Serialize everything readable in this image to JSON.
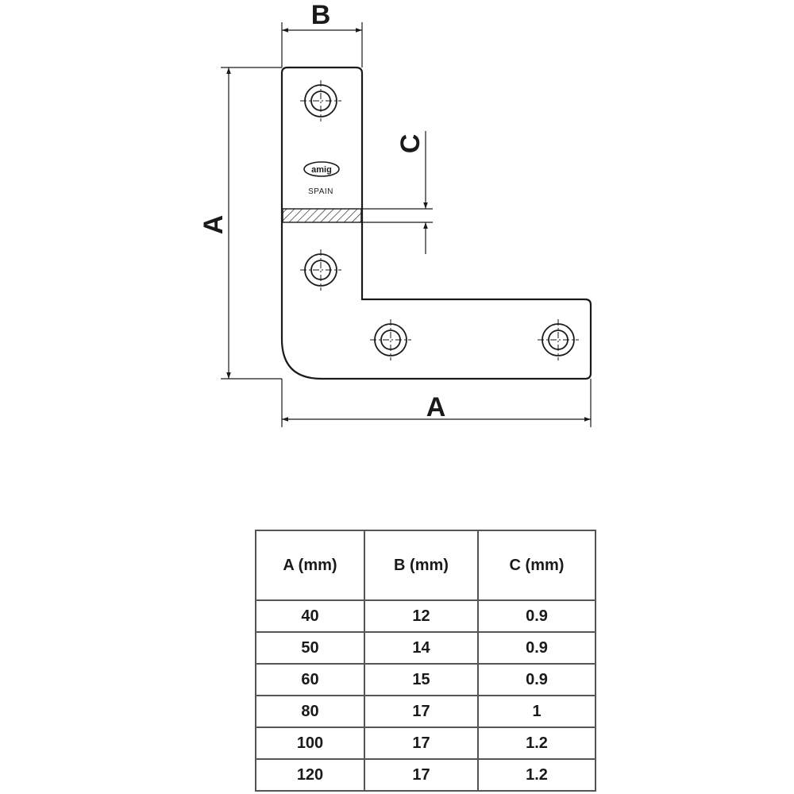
{
  "drawing": {
    "dimension_labels": {
      "b_top": "B",
      "c_right": "C",
      "a_left": "A",
      "a_bottom": "A"
    },
    "logo_text": "amig",
    "origin_text": "SPAIN",
    "icons": [
      "screw-hole-icon",
      "amig-logo-icon",
      "section-hatch-icon",
      "dimension-arrow-icon"
    ]
  },
  "table": {
    "headers": [
      "A (mm)",
      "B (mm)",
      "C (mm)"
    ],
    "rows": [
      [
        "40",
        "12",
        "0.9"
      ],
      [
        "50",
        "14",
        "0.9"
      ],
      [
        "60",
        "15",
        "0.9"
      ],
      [
        "80",
        "17",
        "1"
      ],
      [
        "100",
        "17",
        "1.2"
      ],
      [
        "120",
        "17",
        "1.2"
      ]
    ]
  },
  "colors": {
    "line": "#1a1a1a",
    "table_border": "#555555",
    "background": "#ffffff"
  }
}
